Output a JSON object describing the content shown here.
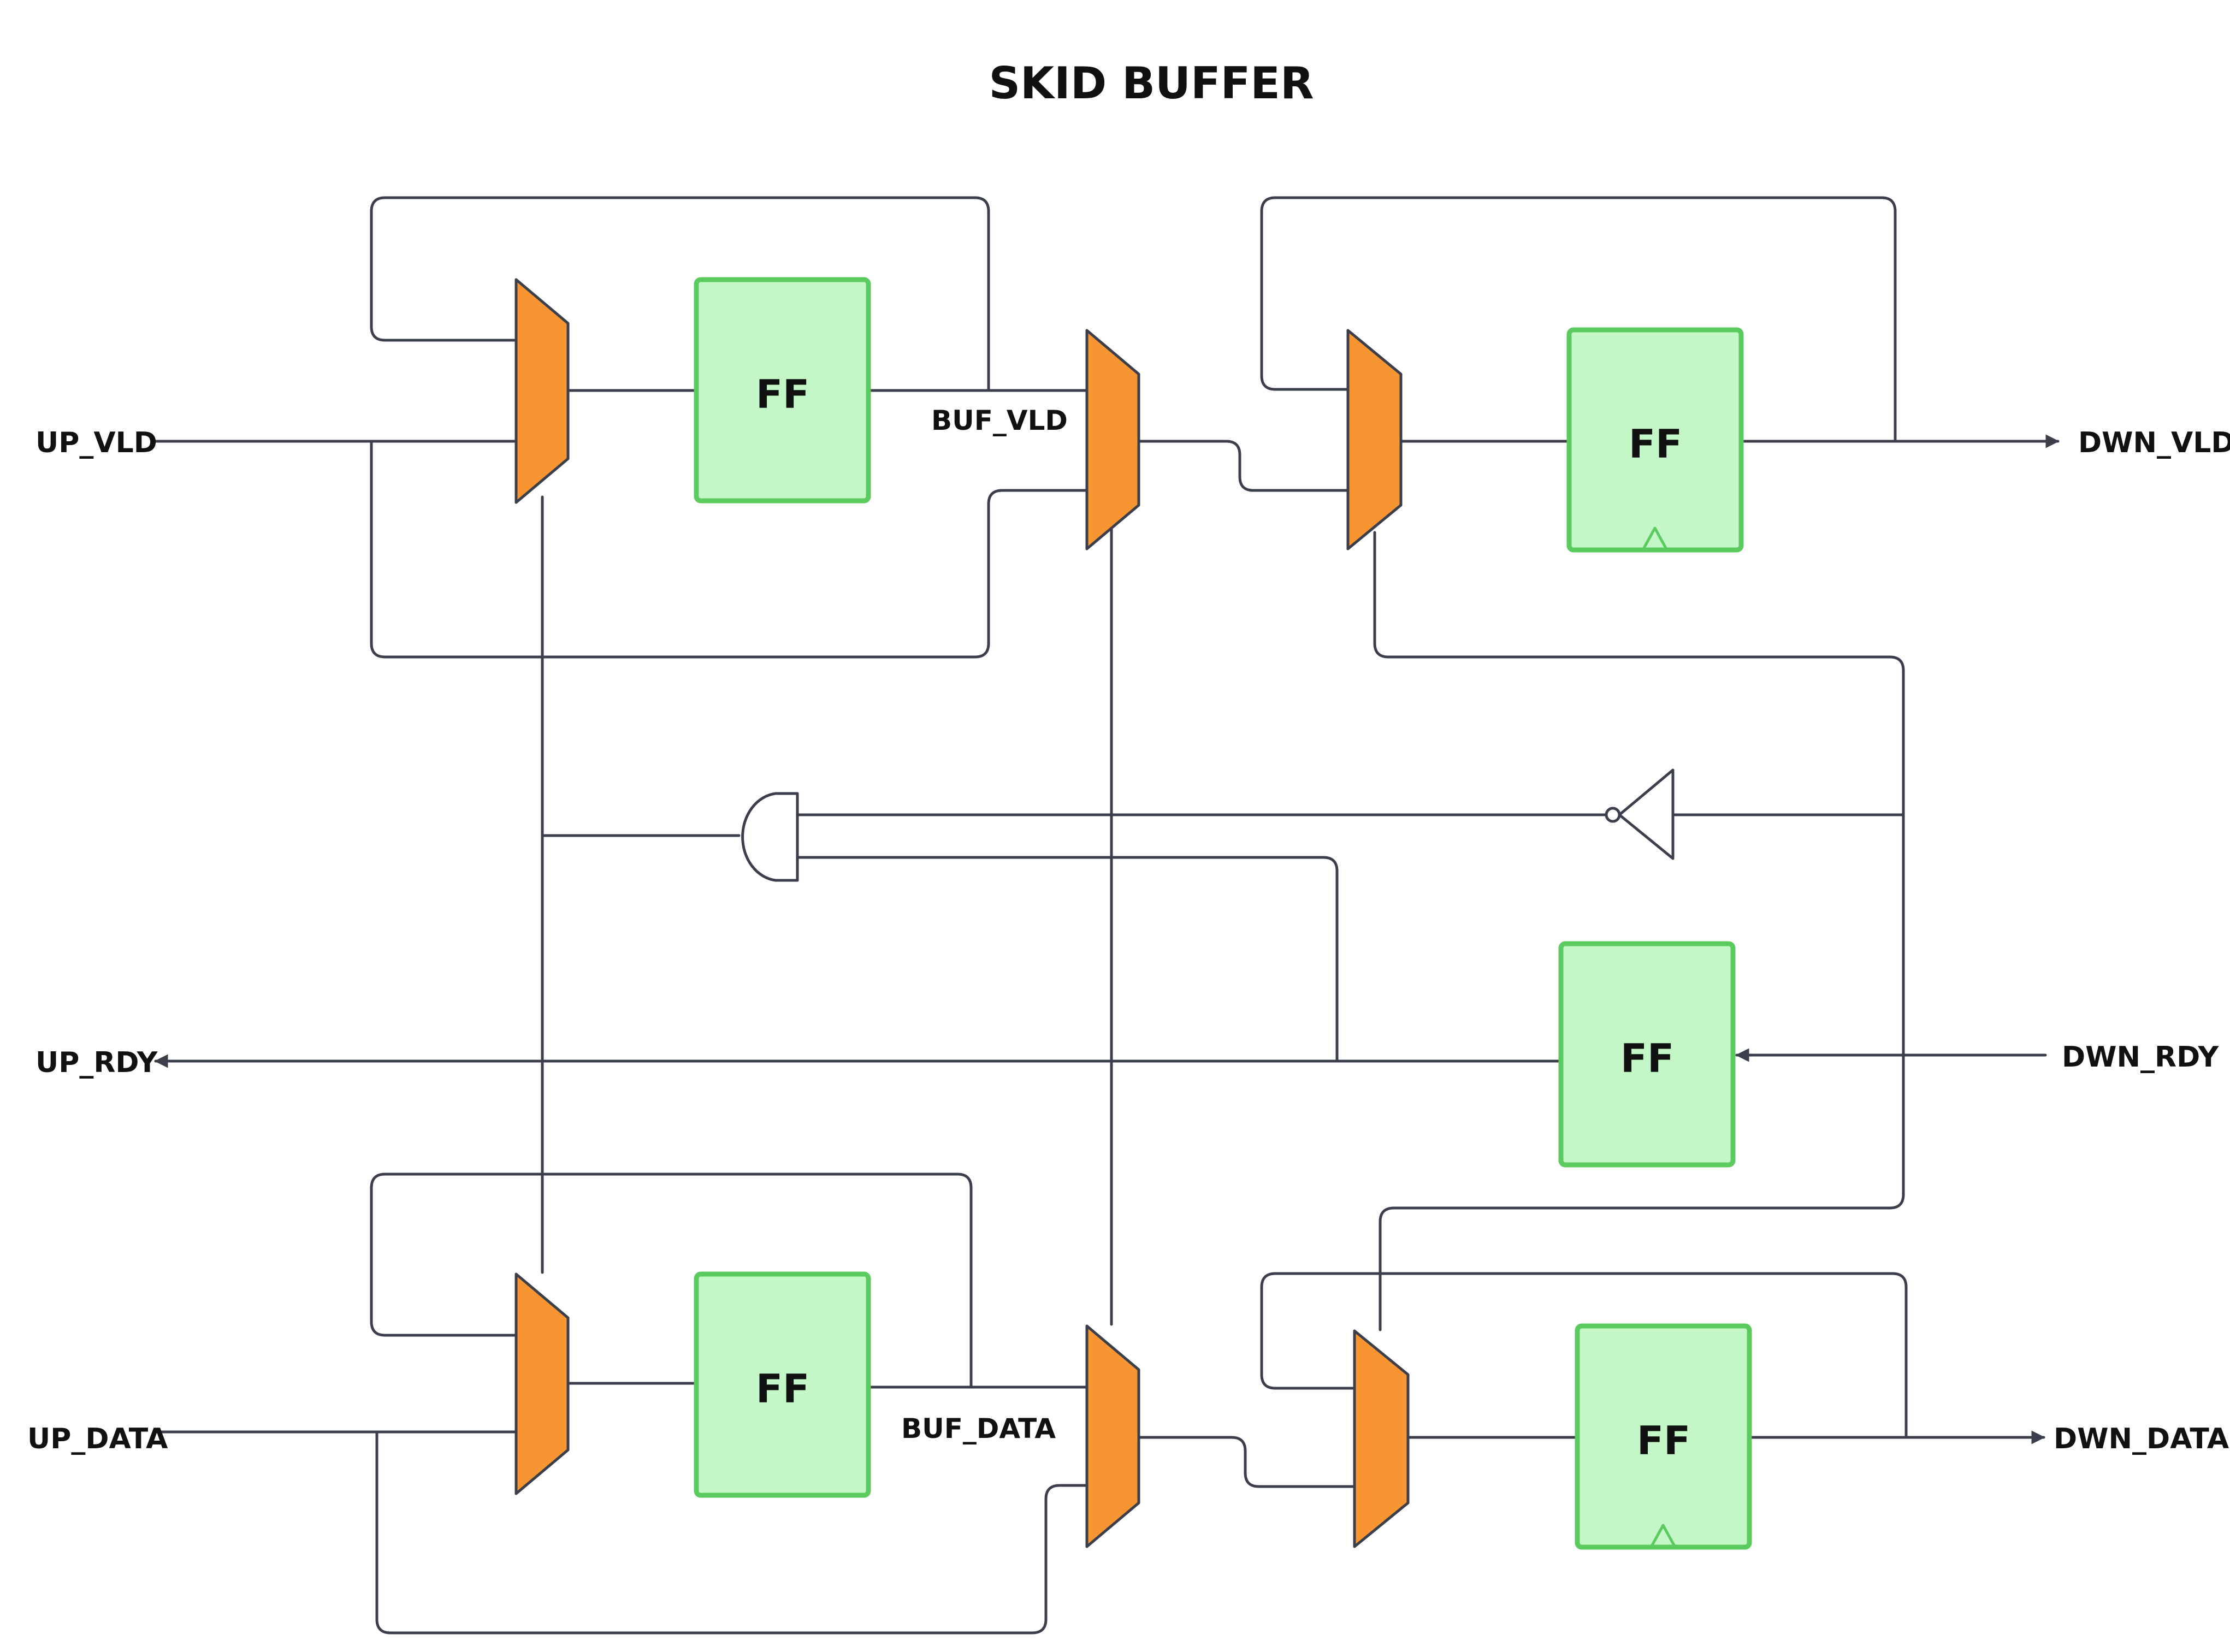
{
  "title": "SKID BUFFER",
  "ports": {
    "up_vld": "UP_VLD",
    "up_rdy": "UP_RDY",
    "up_data": "UP_DATA",
    "dwn_vld": "DWN_VLD",
    "dwn_rdy": "DWN_RDY",
    "dwn_data": "DWN_DATA"
  },
  "signals": {
    "buf_vld": "BUF_VLD",
    "buf_data": "BUF_DATA"
  },
  "flip_flops": [
    {
      "id": "ff-buf-vld",
      "label": "FF"
    },
    {
      "id": "ff-dwn-vld",
      "label": "FF"
    },
    {
      "id": "ff-rdy",
      "label": "FF"
    },
    {
      "id": "ff-buf-data",
      "label": "FF"
    },
    {
      "id": "ff-dwn-data",
      "label": "FF"
    }
  ],
  "colors": {
    "wire": "#3a3f4b",
    "mux_fill": "#f79533",
    "mux_stroke": "#3a3f4b",
    "ff_fill": "#c3f7c8",
    "ff_stroke": "#5ccb5f",
    "gate_stroke": "#3a3f4b"
  }
}
